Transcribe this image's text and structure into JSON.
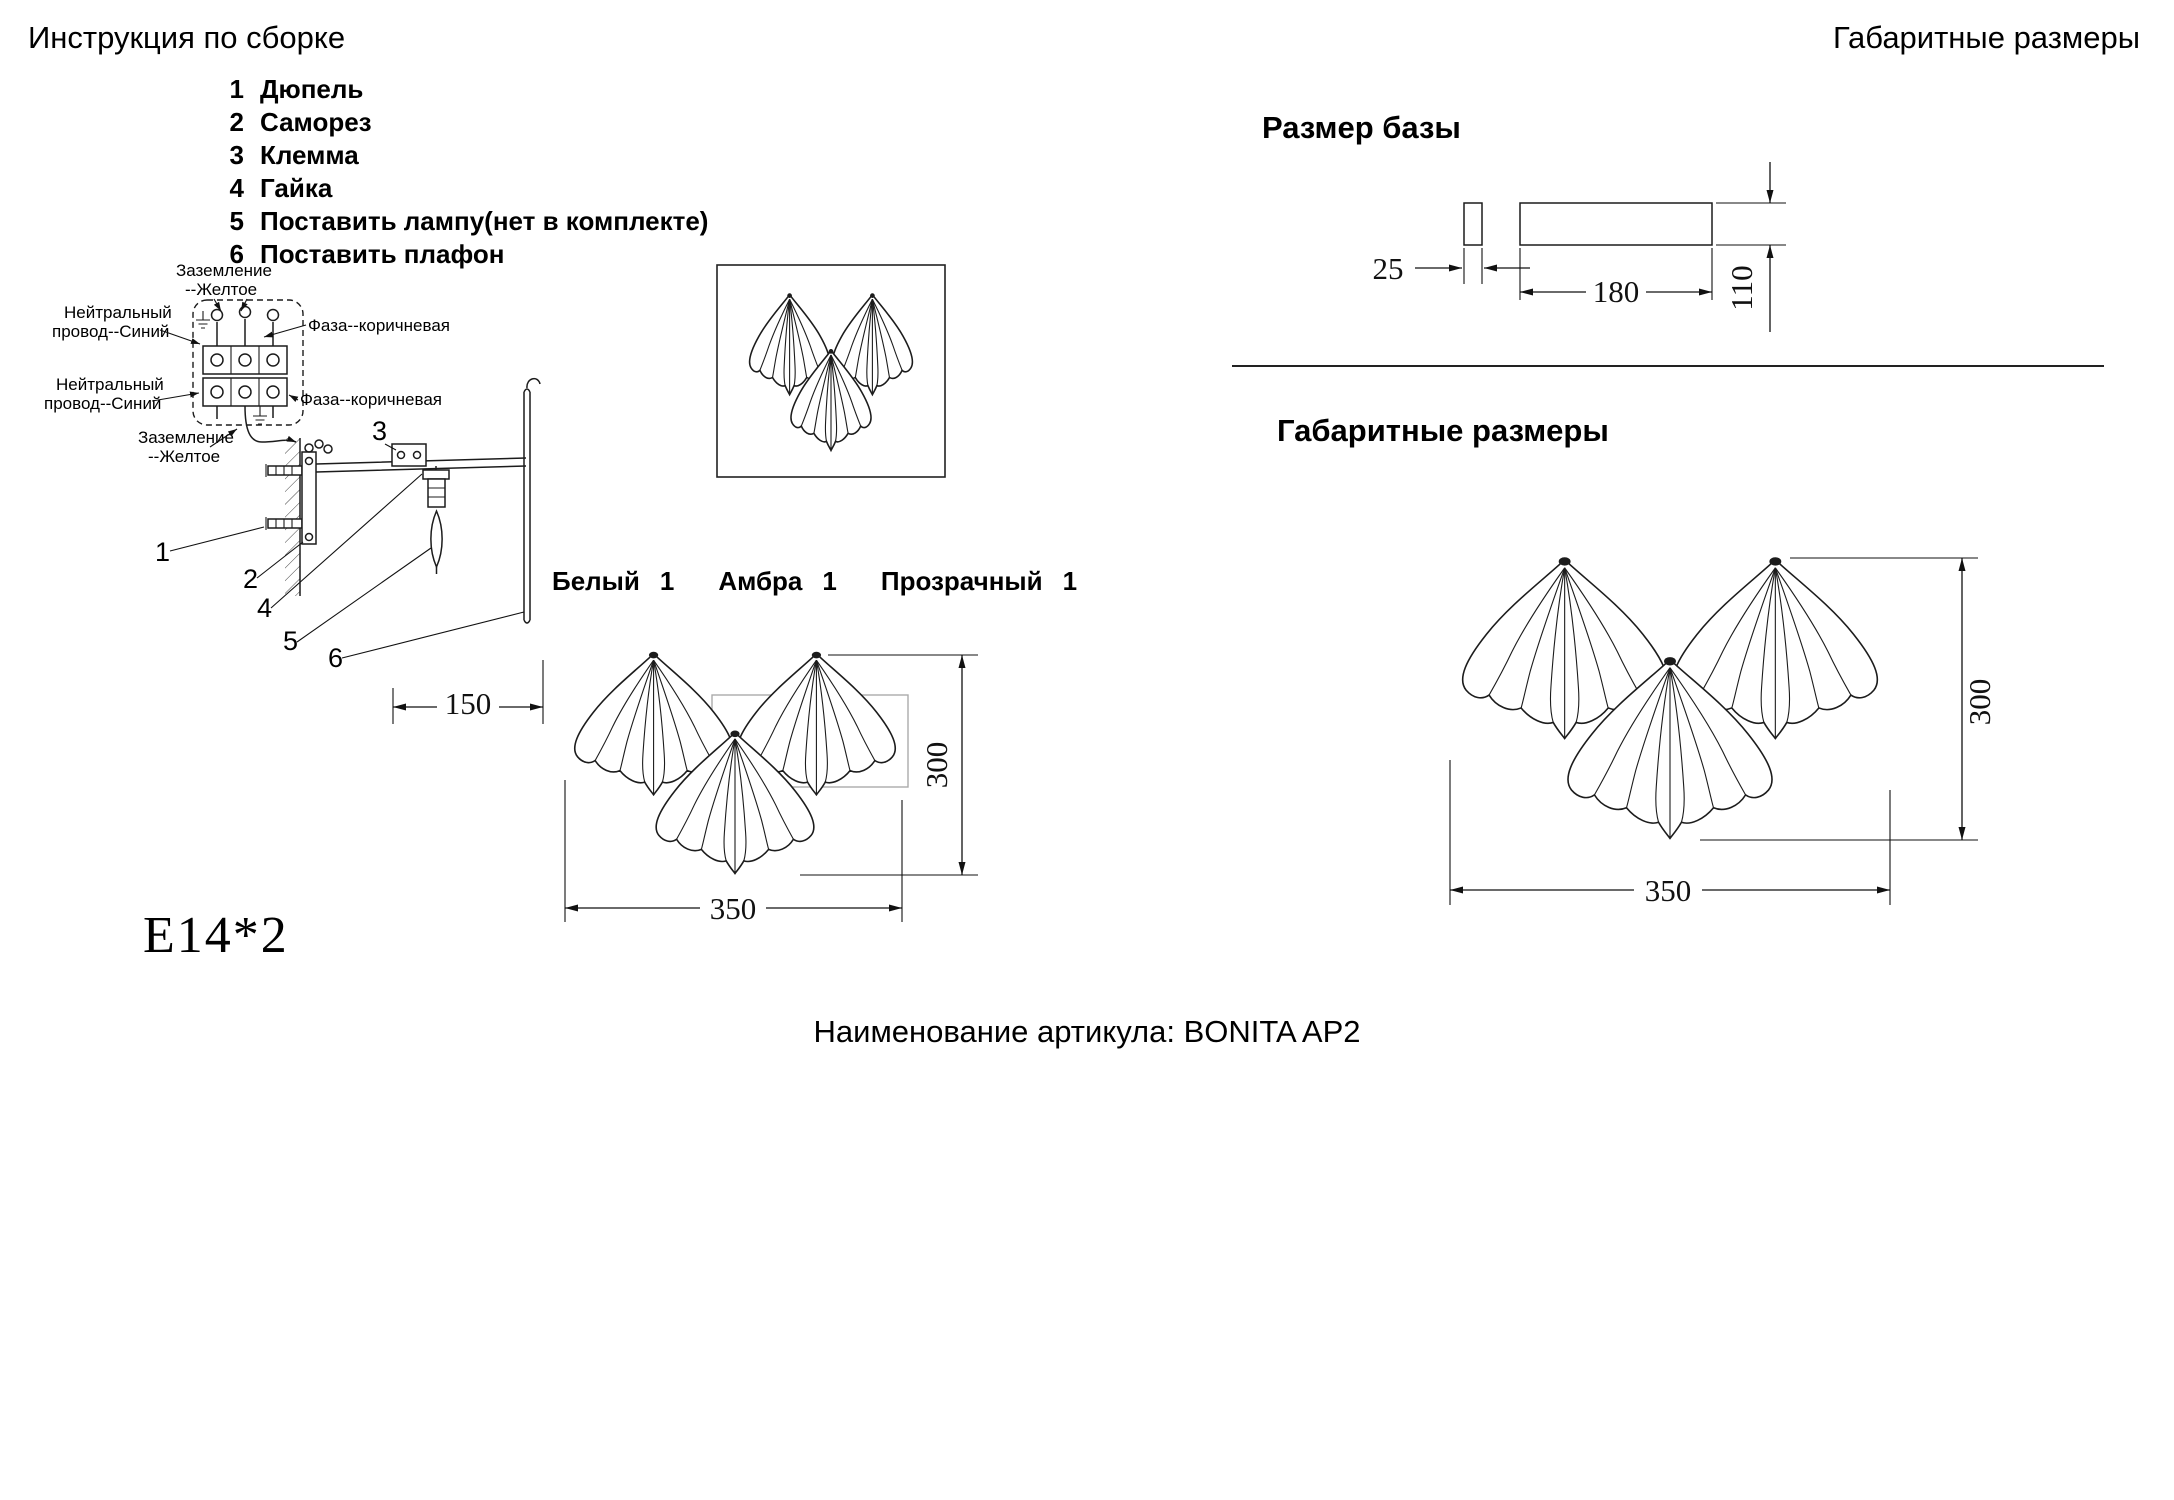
{
  "titles": {
    "top_left": "Инструкция по сборке",
    "top_right": "Габаритные размеры",
    "base_size": "Размер базы",
    "overall_size": "Габаритные размеры"
  },
  "parts_list": [
    {
      "num": "1",
      "label": "Дюпель"
    },
    {
      "num": "2",
      "label": "Саморез"
    },
    {
      "num": "3",
      "label": "Клемма"
    },
    {
      "num": "4",
      "label": "Гайка"
    },
    {
      "num": "5",
      "label": "Поставить лампу(нет в комплекте)"
    },
    {
      "num": "6",
      "label": "Поставить плафон"
    }
  ],
  "wiring": {
    "ground_top_1": "Заземление",
    "ground_top_2": "--Желтое",
    "neutral_top_1": "Нейтральный",
    "neutral_top_2": "провод--Синий",
    "phase_top": "Фаза--коричневая",
    "neutral_bottom_1": "Нейтральный",
    "neutral_bottom_2": "провод--Синий",
    "phase_bottom": "Фаза--коричневая",
    "ground_bottom_1": "Заземление",
    "ground_bottom_2": "--Желтое"
  },
  "callouts": {
    "c1": "1",
    "c2": "2",
    "c3": "3",
    "c4": "4",
    "c5": "5",
    "c6": "6"
  },
  "shade_colors": [
    {
      "name": "Белый",
      "count": "1"
    },
    {
      "name": "Амбра",
      "count": "1"
    },
    {
      "name": "Прозрачный",
      "count": "1"
    }
  ],
  "dimensions": {
    "wall_offset": "150",
    "lamp_width": "350",
    "lamp_height": "300",
    "base_inner": "25",
    "base_width": "180",
    "base_height": "110"
  },
  "socket_type": "E14*2",
  "footer": "Наименование артикула: BONITA AP2"
}
